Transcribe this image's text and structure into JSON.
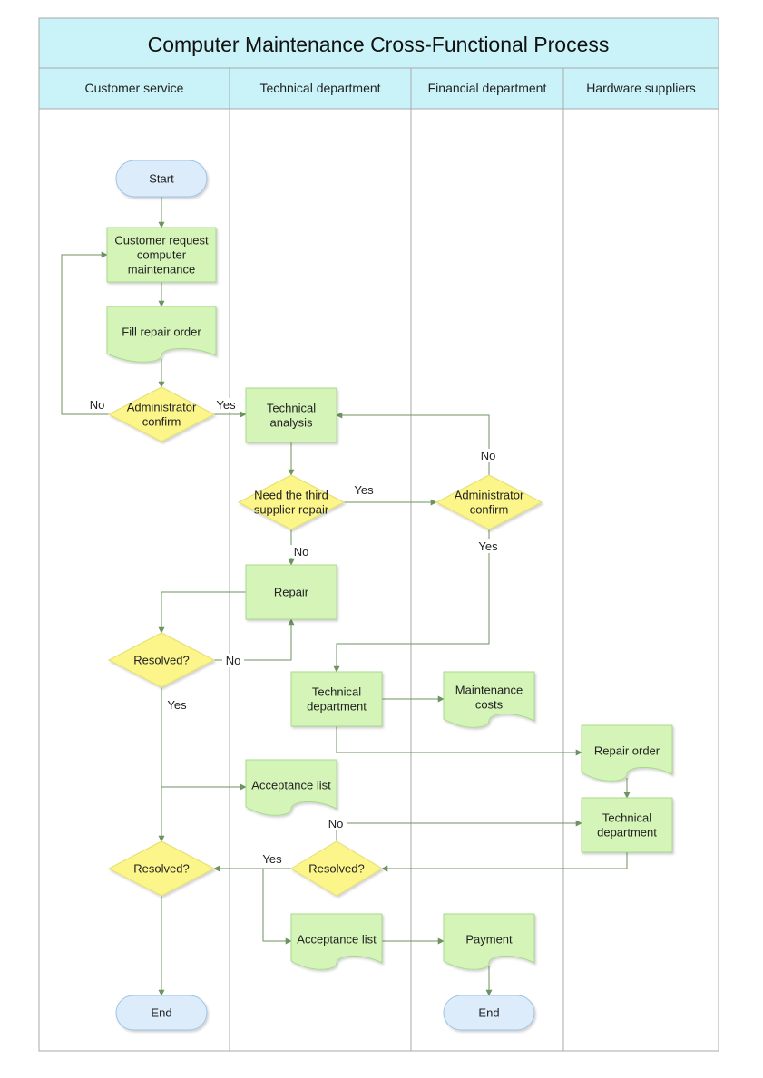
{
  "title": "Computer Maintenance Cross-Functional Process",
  "lanes": [
    "Customer service",
    "Technical department",
    "Financial department",
    "Hardware suppliers"
  ],
  "colors": {
    "header_fill": "#c9f3f8",
    "terminal_fill": "#dcecfb",
    "process_fill": "#d5f5b8",
    "decision_fill": "#fbf58a",
    "line": "#6d9360",
    "border": "#a9a9a9"
  },
  "nodes": [
    {
      "id": "start",
      "kind": "terminal",
      "lines": [
        "Start"
      ]
    },
    {
      "id": "request",
      "kind": "process",
      "lines": [
        "Customer request",
        "computer",
        "maintenance"
      ]
    },
    {
      "id": "fill",
      "kind": "document",
      "lines": [
        "Fill repair order"
      ]
    },
    {
      "id": "admin1",
      "kind": "decision",
      "lines": [
        "Administrator",
        "confirm"
      ]
    },
    {
      "id": "tech_analysis",
      "kind": "process",
      "lines": [
        "Technical",
        "analysis"
      ]
    },
    {
      "id": "need_third",
      "kind": "decision",
      "lines": [
        "Need the third",
        "supplier repair"
      ]
    },
    {
      "id": "admin2",
      "kind": "decision",
      "lines": [
        "Administrator",
        "confirm"
      ]
    },
    {
      "id": "repair",
      "kind": "process",
      "lines": [
        "Repair"
      ]
    },
    {
      "id": "resolved1",
      "kind": "decision",
      "lines": [
        "Resolved?"
      ]
    },
    {
      "id": "tech_dept1",
      "kind": "process",
      "lines": [
        "Technical",
        "department"
      ]
    },
    {
      "id": "maint_costs",
      "kind": "document",
      "lines": [
        "Maintenance",
        "costs"
      ]
    },
    {
      "id": "repair_order",
      "kind": "document",
      "lines": [
        "Repair order"
      ]
    },
    {
      "id": "accept1",
      "kind": "document",
      "lines": [
        "Acceptance list"
      ]
    },
    {
      "id": "tech_dept2",
      "kind": "process",
      "lines": [
        "Technical",
        "department"
      ]
    },
    {
      "id": "resolved2",
      "kind": "decision",
      "lines": [
        "Resolved?"
      ]
    },
    {
      "id": "resolved3",
      "kind": "decision",
      "lines": [
        "Resolved?"
      ]
    },
    {
      "id": "accept2",
      "kind": "document",
      "lines": [
        "Acceptance list"
      ]
    },
    {
      "id": "payment",
      "kind": "document",
      "lines": [
        "Payment"
      ]
    },
    {
      "id": "end1",
      "kind": "terminal",
      "lines": [
        "End"
      ]
    },
    {
      "id": "end2",
      "kind": "terminal",
      "lines": [
        "End"
      ]
    }
  ],
  "edges": [
    {
      "id": "start-request"
    },
    {
      "id": "request-fill"
    },
    {
      "id": "fill-admin1"
    },
    {
      "id": "admin1-request",
      "label": "No"
    },
    {
      "id": "admin1-tech_analysis",
      "label": "Yes"
    },
    {
      "id": "tech_analysis-need_third"
    },
    {
      "id": "need_third-admin2",
      "label": "Yes"
    },
    {
      "id": "admin2-tech_analysis",
      "label": "No"
    },
    {
      "id": "need_third-repair",
      "label": "No"
    },
    {
      "id": "repair-resolved1"
    },
    {
      "id": "resolved1-repair",
      "label": "No"
    },
    {
      "id": "admin2-tech_dept1",
      "label": "Yes"
    },
    {
      "id": "tech_dept1-maint_costs"
    },
    {
      "id": "tech_dept1-repair_order"
    },
    {
      "id": "repair_order-tech_dept2"
    },
    {
      "id": "resolved1-resolved3",
      "label": "Yes"
    },
    {
      "id": "trunk-accept1"
    },
    {
      "id": "tech_dept2-resolved2"
    },
    {
      "id": "resolved2-tech_dept2",
      "label": "No"
    },
    {
      "id": "resolved2-resolved3",
      "label": "Yes"
    },
    {
      "id": "branch-accept2"
    },
    {
      "id": "accept2-payment"
    },
    {
      "id": "payment-end2"
    },
    {
      "id": "resolved3-end1"
    }
  ]
}
